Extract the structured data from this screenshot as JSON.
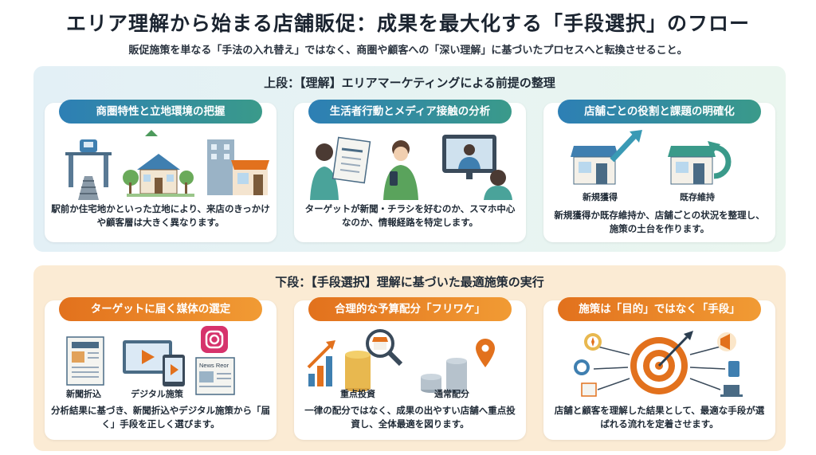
{
  "title": "エリア理解から始まる店舗販促：成果を最大化する「手段選択」のフロー",
  "subtitle": "販促施策を単なる「手法の入れ替え」ではなく、商圏や顧客への「深い理解」に基づいたプロセスへと転換させること。",
  "upper": {
    "title": "上段：【理解】エリアマーケティングによる前提の整理",
    "cards": [
      {
        "heading": "商圏特性と立地環境の把握",
        "text": "駅前か住宅地かといった立地により、来店のきっかけや顧客層は大きく異なります。"
      },
      {
        "heading": "生活者行動とメディア接触の分析",
        "text": "ターゲットが新聞・チラシを好むのか、スマホ中心なのか、情報経路を特定します。"
      },
      {
        "heading": "店舗ごとの役割と課題の明確化",
        "text": "新規獲得か既存維持か、店舗ごとの状況を整理し、施策の土台を作ります。",
        "labels": [
          "新規獲得",
          "既存維持"
        ]
      }
    ]
  },
  "lower": {
    "title": "下段：【手段選択】理解に基づいた最適施策の実行",
    "cards": [
      {
        "heading": "ターゲットに届く媒体の選定",
        "text": "分析結果に基づき、新聞折込やデジタル施策から「届く」手段を正しく選びます。",
        "labels": [
          "新聞折込",
          "デジタル施策"
        ],
        "newspaper_mark": "News Reor"
      },
      {
        "heading": "合理的な予算配分「フリワケ」",
        "text": "一律の配分ではなく、成果の出やすい店舗へ重点投資し、全体最適を図ります。",
        "labels": [
          "重点投資",
          "通常配分"
        ]
      },
      {
        "heading": "施策は「目的」ではなく「手段」",
        "text": "店舗と顧客を理解した結果として、最適な手段が選ばれる流れを定着させます。"
      }
    ]
  },
  "colors": {
    "blue_accent": "#2d7fb5",
    "teal_accent": "#3a9a8a",
    "orange_accent": "#e2711d",
    "upper_bg": "#e3f0f6",
    "lower_bg": "#fbebd4"
  }
}
